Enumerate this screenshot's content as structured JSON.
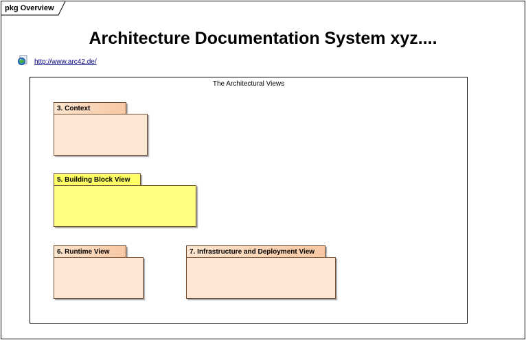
{
  "frame": {
    "label": "pkg Overview"
  },
  "title": "Architecture Documentation System xyz....",
  "link": {
    "icon": "globe-hyperlink-icon",
    "text": "http://www.arc42.de/"
  },
  "views": {
    "label": "The Architectural Views",
    "packages": [
      {
        "id": "context",
        "label": "3. Context",
        "color": "#fde8d6"
      },
      {
        "id": "building-block-view",
        "label": "5. Building Block View",
        "color": "#ffff80"
      },
      {
        "id": "runtime-view",
        "label": "6. Runtime View",
        "color": "#fde8d6"
      },
      {
        "id": "infrastructure-deployment-view",
        "label": "7. Infrastructure and Deployment View",
        "color": "#fde8d6"
      }
    ]
  }
}
